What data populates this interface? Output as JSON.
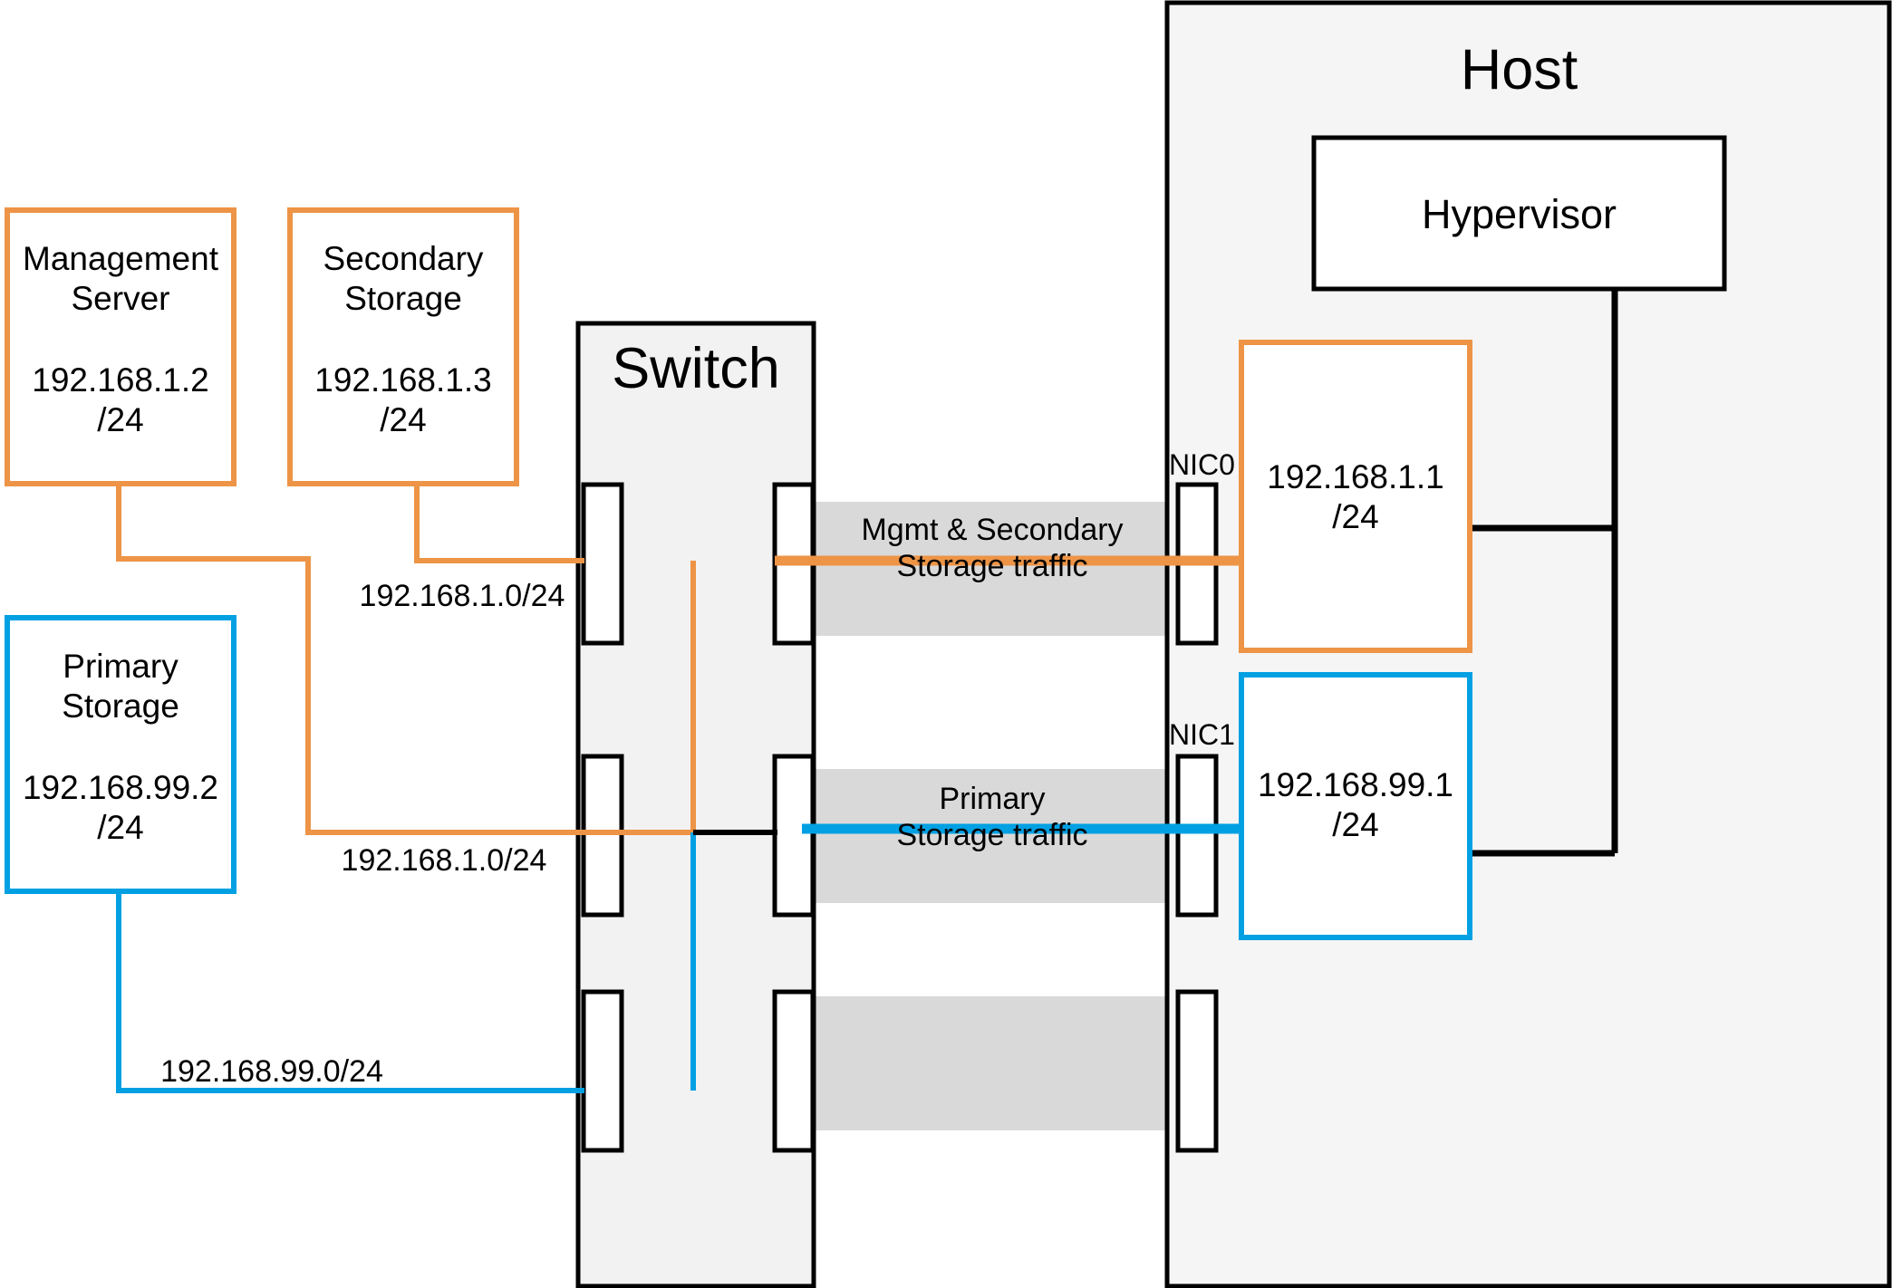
{
  "diagram": {
    "title": "Network topology: management, secondary and primary storage traffic",
    "colors": {
      "orange": "#ED9446",
      "blue": "#00A0E3",
      "black": "#000000",
      "band_gray": "#D9D9D9",
      "box_fill_gray": "#F2F2F2",
      "white": "#FFFFFF"
    }
  },
  "nodes": {
    "management_server": {
      "name": "Management\nServer",
      "address": "192.168.1.2\n/24",
      "border_color": "#ED9446"
    },
    "secondary_storage": {
      "name": "Secondary\nStorage",
      "address": "192.168.1.3\n/24",
      "border_color": "#ED9446"
    },
    "primary_storage": {
      "name": "Primary\nStorage",
      "address": "192.168.99.2\n/24",
      "border_color": "#00A0E3"
    },
    "switch": {
      "name": "Switch",
      "border_color": "#000000"
    },
    "host": {
      "name": "Host",
      "border_color": "#000000"
    },
    "hypervisor": {
      "name": "Hypervisor",
      "border_color": "#000000"
    },
    "nic0_address": {
      "address": "192.168.1.1\n/24",
      "border_color": "#ED9446"
    },
    "nic1_address": {
      "address": "192.168.99.1\n/24",
      "border_color": "#00A0E3"
    }
  },
  "nic_labels": {
    "nic0": "NIC0",
    "nic1": "NIC1"
  },
  "network_labels": {
    "mgmt_subnet_top": "192.168.1.0/24",
    "mgmt_subnet_bottom": "192.168.1.0/24",
    "storage_subnet": "192.168.99.0/24"
  },
  "traffic_labels": {
    "mgmt_secondary": {
      "line1": "Mgmt & Secondary",
      "line2": "Storage traffic",
      "color": "#ED9446"
    },
    "primary": {
      "line1": "Primary",
      "line2": "Storage traffic",
      "color": "#00A0E3"
    }
  }
}
